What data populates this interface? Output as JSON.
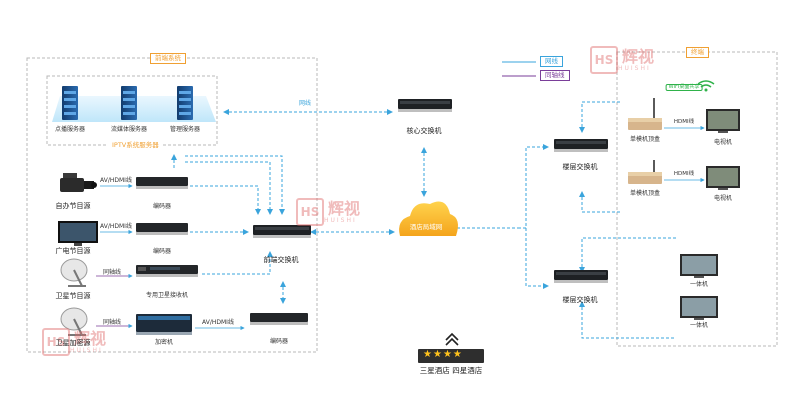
{
  "sections": {
    "frontend_system": "前端系统",
    "terminal": "终端",
    "iptv_servers": "IPTV系统服务器"
  },
  "legend": {
    "network_line": "网线",
    "coax_line": "同轴线"
  },
  "servers": [
    {
      "label": "点播服务器"
    },
    {
      "label": "流媒体服务器"
    },
    {
      "label": "管理服务器"
    }
  ],
  "sources": [
    {
      "label": "自办节目源",
      "link": "AV/HDMI线",
      "device": "编码器"
    },
    {
      "label": "广电节目源",
      "link": "AV/HDMI线",
      "device": "编码器"
    },
    {
      "label": "卫星节目源",
      "link": "同轴线",
      "device": "专用卫星接收机"
    },
    {
      "label": "卫星加密源",
      "link": "同轴线",
      "device": "加密机"
    }
  ],
  "encoder_bottom": {
    "link": "AV/HDMI线",
    "device": "编码器"
  },
  "frontend_switch": "前端交换机",
  "core_switch": "核心交换机",
  "core_link_label": "网线",
  "hotel_lan": "酒店局域网",
  "floor_switches": [
    "楼层交换机",
    "楼层交换机"
  ],
  "terminals": {
    "stb": "单模机顶盒",
    "tv": "电视机",
    "link": "HDMI线",
    "wifi": "WIFI桌面共享",
    "aio": "一体机"
  },
  "hotel_rating": {
    "label": "三星酒店 四星酒店",
    "stars": 4,
    "chevron": "chevron-up-icon"
  },
  "watermark": {
    "brand": "辉视",
    "pinyin": "HUISHI",
    "logo": "HS"
  },
  "colors": {
    "network": "#3aa4dc",
    "coax": "#7a3e99",
    "section": "#f0a032",
    "watermark": "#e06a6a"
  }
}
